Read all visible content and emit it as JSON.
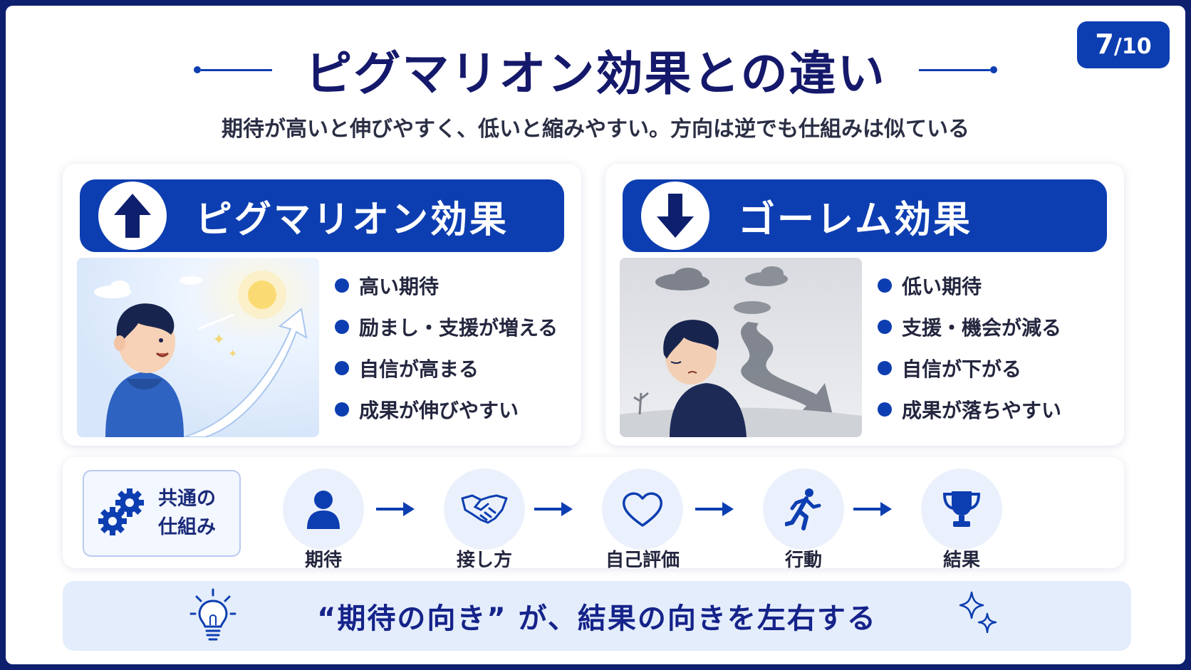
{
  "page": {
    "current": "7",
    "total": "/10"
  },
  "title": "ピグマリオン効果との違い",
  "subtitle": "期待が高いと伸びやすく、低いと縮みやすい。方向は逆でも仕組みは似ている",
  "left_panel": {
    "heading": "ピグマリオン効果",
    "direction_icon": "arrow-up-icon",
    "bullets": [
      "高い期待",
      "励まし・支援が増える",
      "自信が高まる",
      "成果が伸びやすい"
    ]
  },
  "right_panel": {
    "heading": "ゴーレム効果",
    "direction_icon": "arrow-down-icon",
    "bullets": [
      "低い期待",
      "支援・機会が減る",
      "自信が下がる",
      "成果が落ちやすい"
    ]
  },
  "flow": {
    "common_label_line1": "共通の",
    "common_label_line2": "仕組み",
    "steps": [
      {
        "label": "期待",
        "icon": "person-icon"
      },
      {
        "label": "接し方",
        "icon": "handshake-icon"
      },
      {
        "label": "自己評価",
        "icon": "heart-icon"
      },
      {
        "label": "行動",
        "icon": "running-person-icon"
      },
      {
        "label": "結果",
        "icon": "trophy-icon"
      }
    ]
  },
  "banner": {
    "text": "“期待の向き” が、結果の向きを左右する"
  },
  "colors": {
    "primary": "#0d3eb1",
    "title": "#15196b",
    "frame": "#0e1f6e",
    "banner_bg": "#e4edfb"
  }
}
